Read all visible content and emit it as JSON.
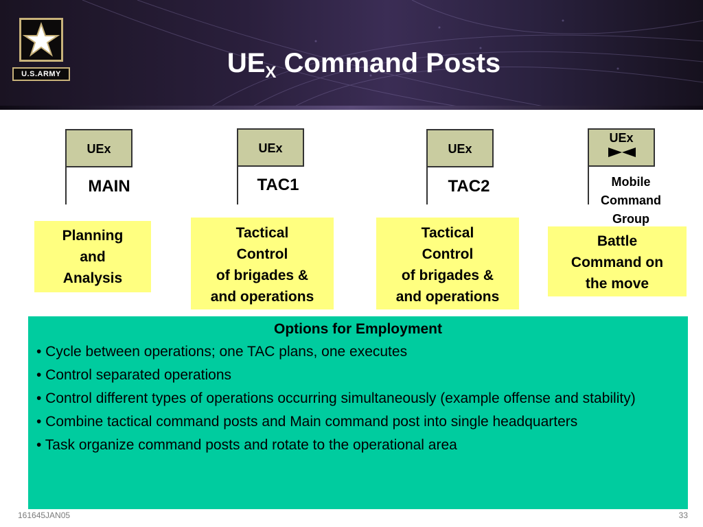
{
  "header": {
    "logo_text": "U.S.ARMY",
    "title_main": "UE",
    "title_sub": "X",
    "title_rest": " Command Posts"
  },
  "command_posts": [
    {
      "unit": "UEx",
      "label": "MAIN"
    },
    {
      "unit": "UEx",
      "label": "TAC1"
    },
    {
      "unit": "UEx",
      "label": "TAC2"
    },
    {
      "unit": "UEx",
      "label": "Mobile Command Group",
      "symbol": "bowtie-icon"
    }
  ],
  "functions": [
    {
      "lines": [
        "Planning",
        "and",
        "Analysis"
      ]
    },
    {
      "lines": [
        "Tactical",
        "Control",
        "of brigades &",
        "and operations"
      ]
    },
    {
      "lines": [
        "Tactical",
        "Control",
        "of brigades &",
        "and operations"
      ]
    },
    {
      "lines": [
        "Battle",
        "Command on",
        "the move"
      ]
    }
  ],
  "options": {
    "title": "Options for Employment",
    "bullets": [
      "• Cycle between operations; one TAC plans, one executes",
      "• Control separated operations",
      "• Control different types of operations occurring simultaneously (example offense and stability)",
      "• Combine tactical command posts and Main command post into single headquarters",
      "• Task organize command posts and rotate to the operational area"
    ]
  },
  "footer": {
    "dtg": "161645JAN05",
    "page": "33"
  },
  "colors": {
    "yellow_box": "#ffff80",
    "options_bg": "#00cc9f",
    "unit_fill": "#c9cca0",
    "logo_gold": "#c8b27a"
  }
}
